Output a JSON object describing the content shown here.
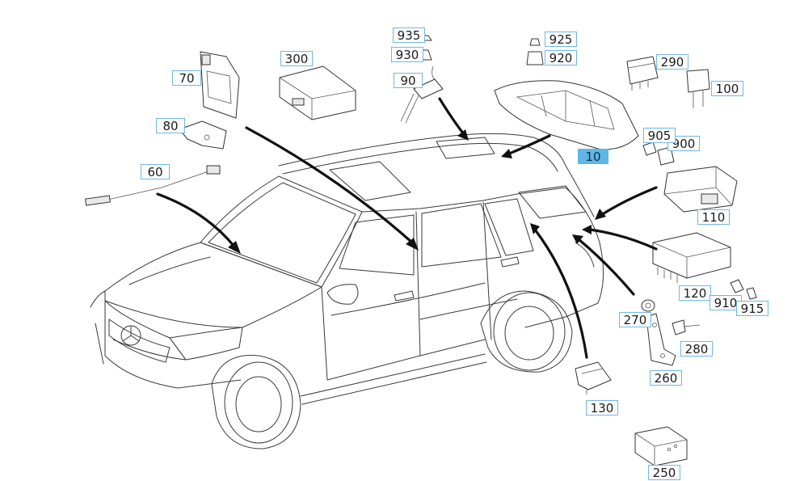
{
  "diagram": {
    "selected_part": "10",
    "callouts": [
      {
        "id": "10",
        "label": "10"
      },
      {
        "id": "60",
        "label": "60"
      },
      {
        "id": "70",
        "label": "70"
      },
      {
        "id": "80",
        "label": "80"
      },
      {
        "id": "90",
        "label": "90"
      },
      {
        "id": "100",
        "label": "100"
      },
      {
        "id": "110",
        "label": "110"
      },
      {
        "id": "120",
        "label": "120"
      },
      {
        "id": "130",
        "label": "130"
      },
      {
        "id": "250",
        "label": "250"
      },
      {
        "id": "260",
        "label": "260"
      },
      {
        "id": "270",
        "label": "270"
      },
      {
        "id": "280",
        "label": "280"
      },
      {
        "id": "290",
        "label": "290"
      },
      {
        "id": "300",
        "label": "300"
      },
      {
        "id": "900",
        "label": "900"
      },
      {
        "id": "905",
        "label": "905"
      },
      {
        "id": "910",
        "label": "910"
      },
      {
        "id": "915",
        "label": "915"
      },
      {
        "id": "920",
        "label": "920"
      },
      {
        "id": "925",
        "label": "925"
      },
      {
        "id": "930",
        "label": "930"
      },
      {
        "id": "935",
        "label": "935"
      }
    ],
    "colors": {
      "callout_border": "#6fb7e6",
      "selected_fill": "#5fb6e8",
      "line_art": "#3a3a3a",
      "arrow": "#111111"
    }
  }
}
